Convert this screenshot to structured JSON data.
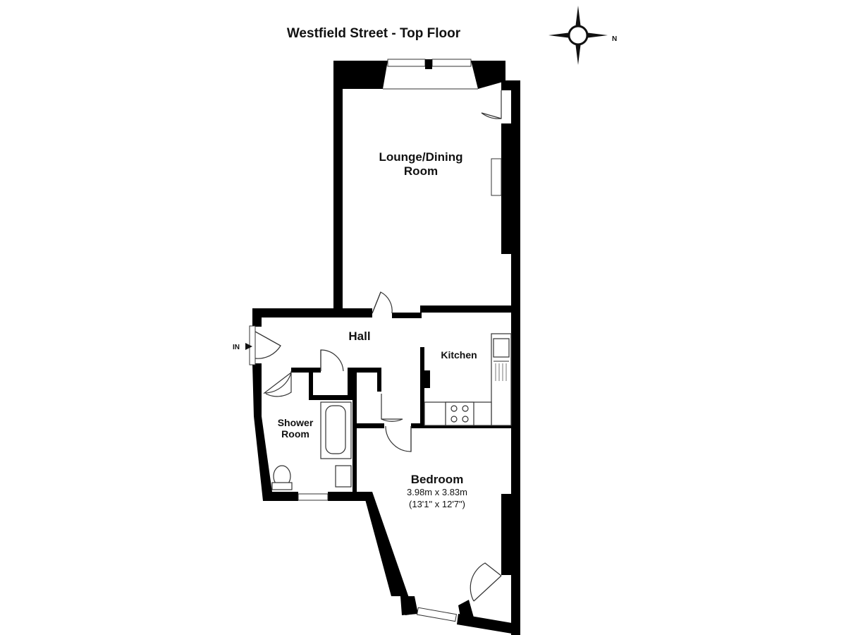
{
  "title": "Westfield Street - Top Floor",
  "compass": {
    "label": "N",
    "icon": "compass-rose-icon"
  },
  "entrance": {
    "label": "IN"
  },
  "rooms": {
    "lounge": {
      "line1": "Lounge/Dining",
      "line2": "Room"
    },
    "hall": {
      "name": "Hall"
    },
    "kitchen": {
      "name": "Kitchen"
    },
    "shower": {
      "line1": "Shower",
      "line2": "Room"
    },
    "bedroom": {
      "name": "Bedroom",
      "metric": "3.98m x 3.83m",
      "imperial": "(13'1\" x 12'7\")"
    }
  },
  "colors": {
    "wall": "#000000",
    "background": "#ffffff",
    "line": "#333333"
  }
}
